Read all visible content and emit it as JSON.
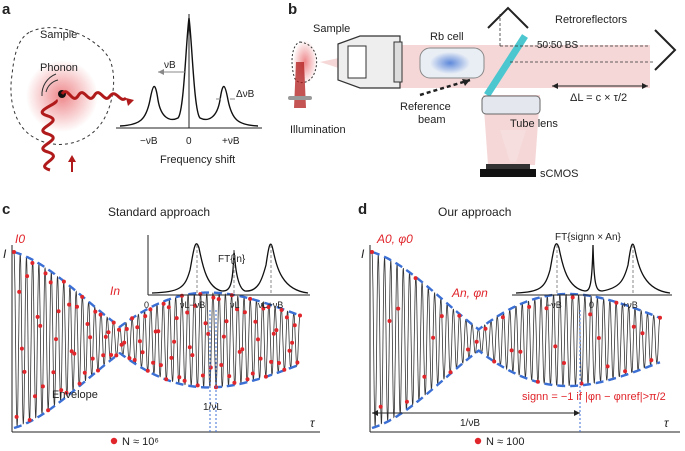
{
  "panels": {
    "a": {
      "letter": "a",
      "sample": "Sample",
      "phonon": "Phonon",
      "nu_b": "νB",
      "delta_nu_b": "ΔνB",
      "tick_minus": "−νB",
      "tick_zero": "0",
      "tick_plus": "+νB",
      "xlabel": "Frequency shift"
    },
    "b": {
      "letter": "b",
      "sample": "Sample",
      "illumination": "Illumination",
      "rb_cell": "Rb cell",
      "retroreflectors": "Retroreflectors",
      "beamsplitter": "50:50 BS",
      "reference_beam": "Reference beam",
      "tube_lens": "Tube lens",
      "delay": "ΔL = c × τ/2",
      "camera": "sCMOS"
    },
    "c": {
      "letter": "c",
      "title": "Standard approach",
      "ylabel": "I",
      "i0": "I0",
      "in": "In",
      "envelope": "Envelope",
      "period": "1/νL",
      "xlabel": "τ",
      "count": "N ≈ 10⁶",
      "inset_title": "FT{In}",
      "inset_ticks": [
        "0",
        "νL−νB",
        "νL",
        "νL+νB"
      ]
    },
    "d": {
      "letter": "d",
      "title": "Our approach",
      "ylabel": "I",
      "a0": "A0, φ0",
      "an": "An, φn",
      "period": "1/νB",
      "xlabel": "τ",
      "count": "N ≈ 100",
      "sign_rule": "signn = −1 if |φn − φnref|>π/2",
      "inset_title": "FT{signn × An}",
      "inset_ticks": [
        "−νB",
        "0",
        "+νB"
      ]
    }
  },
  "colors": {
    "red": "#e0252b",
    "blue_dashed": "#3b6fd4",
    "cyan": "#4cc7cf",
    "beam": "#f1c9c9"
  }
}
